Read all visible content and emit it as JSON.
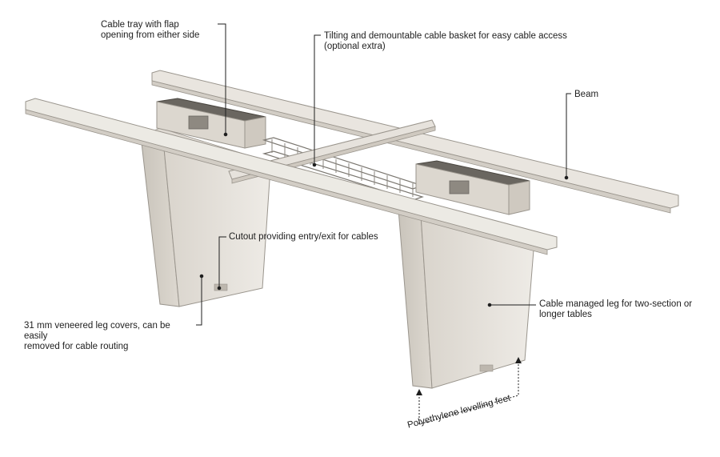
{
  "labels": {
    "cable_tray": [
      "Cable tray with flap",
      "opening from either side"
    ],
    "cable_basket": [
      "Tilting and demountable cable basket for easy cable access",
      "(optional extra)"
    ],
    "beam": "Beam",
    "cutout": "Cutout providing entry/exit for cables",
    "leg_covers": [
      "31 mm veneered leg covers, can be",
      "easily",
      "removed for cable routing"
    ],
    "cable_leg": [
      "Cable managed leg for two-section or",
      "longer tables"
    ],
    "feet": "Polyethylene levelling feet"
  },
  "colors": {
    "frame": "#e6e2dc",
    "frame_shade": "#d2cdc5",
    "outline": "#9a958d",
    "callout_line": "#1e1e1e",
    "text": "#1e1e1e",
    "tray_dark": "#6a6660"
  }
}
